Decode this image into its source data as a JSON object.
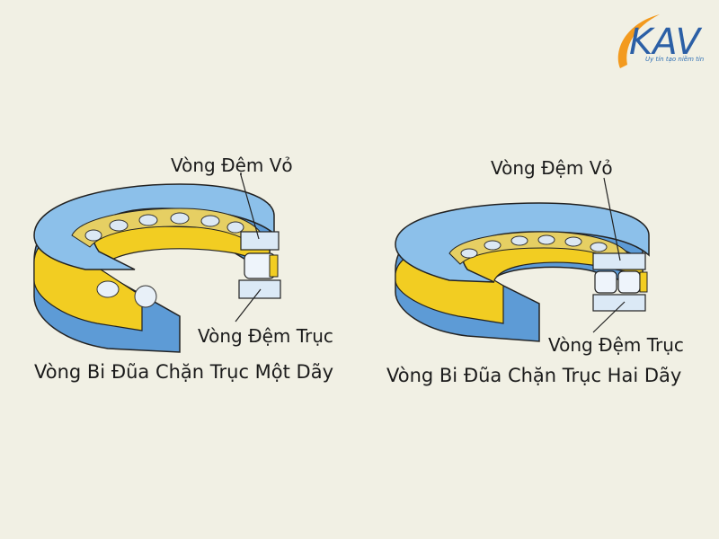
{
  "logo": {
    "brand": "KAV",
    "tagline": "Uy tín tạo niềm tin",
    "colors": {
      "primary": "#2b5fa6",
      "accent": "#f39a1e"
    }
  },
  "left_bearing": {
    "housing_washer_label": "Vòng Đệm Vỏ",
    "shaft_washer_label": "Vòng Đệm Trục",
    "caption": "Vòng Bi Đũa Chặn Trục Một Dãy"
  },
  "right_bearing": {
    "housing_washer_label": "Vòng Đệm Vỏ",
    "shaft_washer_label": "Vòng Đệm Trục",
    "caption": "Vòng Bi Đũa Chặn Trục Hai Dãy"
  },
  "colors": {
    "background": "#f1f0e4",
    "washer_blue": "#7fb7e6",
    "washer_dark": "#3d7fc4",
    "cage_yellow": "#f2cd22",
    "roller_white": "#eef4fb",
    "outline": "#1a1a1a"
  }
}
